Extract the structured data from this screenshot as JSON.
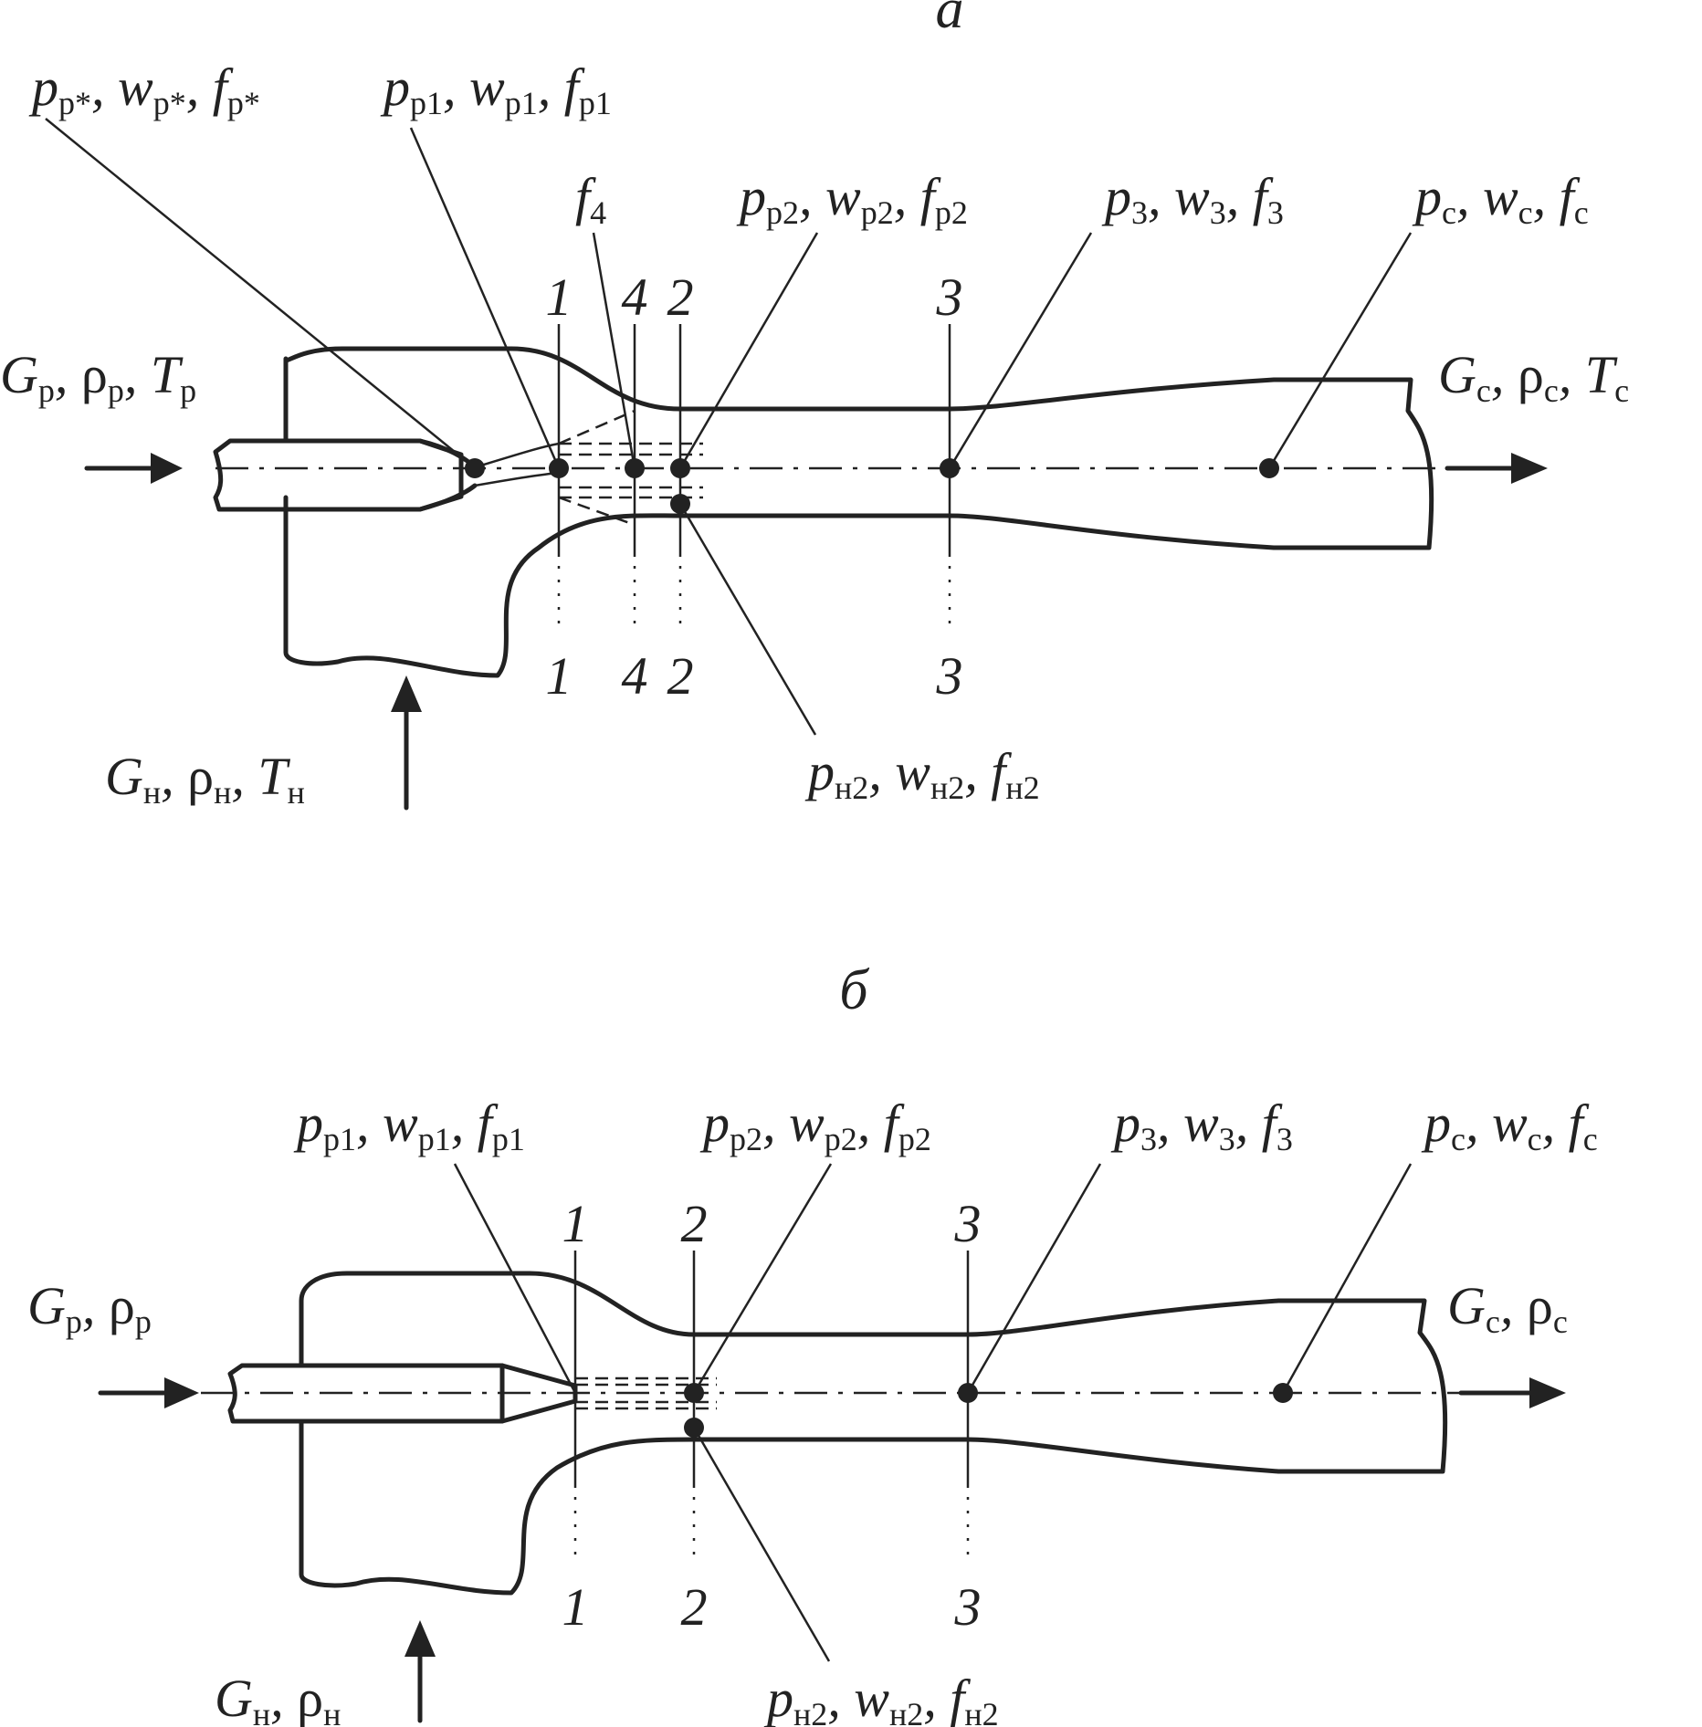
{
  "panel_a": {
    "title": "а",
    "labels": {
      "p_star": [
        "p",
        "р*",
        ", w",
        "р*",
        ", f",
        "р*"
      ],
      "p_p1": [
        "p",
        "р1",
        ", w",
        "р1",
        ", f",
        "р1"
      ],
      "f4": [
        "f",
        "4"
      ],
      "p_p2": [
        "p",
        "р2",
        ", w",
        "р2",
        ", f",
        "р2"
      ],
      "p_3": [
        "p",
        "3",
        ", w",
        "3",
        ", f",
        "3"
      ],
      "p_c": [
        "p",
        "с",
        ", w",
        "с",
        ", f",
        "с"
      ],
      "p_n2": [
        "p",
        "н2",
        ", w",
        "н2",
        ", f",
        "н2"
      ],
      "inlet": [
        "G",
        "р",
        ", ",
        "ρ",
        "р",
        ", T",
        "р"
      ],
      "outlet": [
        "G",
        "с",
        ", ",
        "ρ",
        "с",
        ", T",
        "с"
      ],
      "suction": [
        "G",
        "н",
        ", ",
        "ρ",
        "н",
        ", T",
        "н"
      ]
    },
    "sections_top": [
      "1",
      "4",
      "2",
      "3"
    ],
    "sections_bottom": [
      "1",
      "4",
      "2",
      "3"
    ]
  },
  "panel_b": {
    "title": "б",
    "labels": {
      "p_p1": [
        "p",
        "р1",
        ", w",
        "р1",
        ", f",
        "р1"
      ],
      "p_p2": [
        "p",
        "р2",
        ", w",
        "р2",
        ", f",
        "р2"
      ],
      "p_3": [
        "p",
        "3",
        ", w",
        "3",
        ", f",
        "3"
      ],
      "p_c": [
        "p",
        "с",
        ", w",
        "с",
        ", f",
        "с"
      ],
      "p_n2": [
        "p",
        "н2",
        ", w",
        "н2",
        ", f",
        "н2"
      ],
      "inlet": [
        "G",
        "р",
        ", ",
        "ρ",
        "р"
      ],
      "outlet": [
        "G",
        "с",
        ", ",
        "ρ",
        "с"
      ],
      "suction": [
        "G",
        "н",
        ", ",
        "ρ",
        "н"
      ]
    },
    "sections_top": [
      "1",
      "2",
      "3"
    ],
    "sections_bottom": [
      "1",
      "2",
      "3"
    ]
  }
}
